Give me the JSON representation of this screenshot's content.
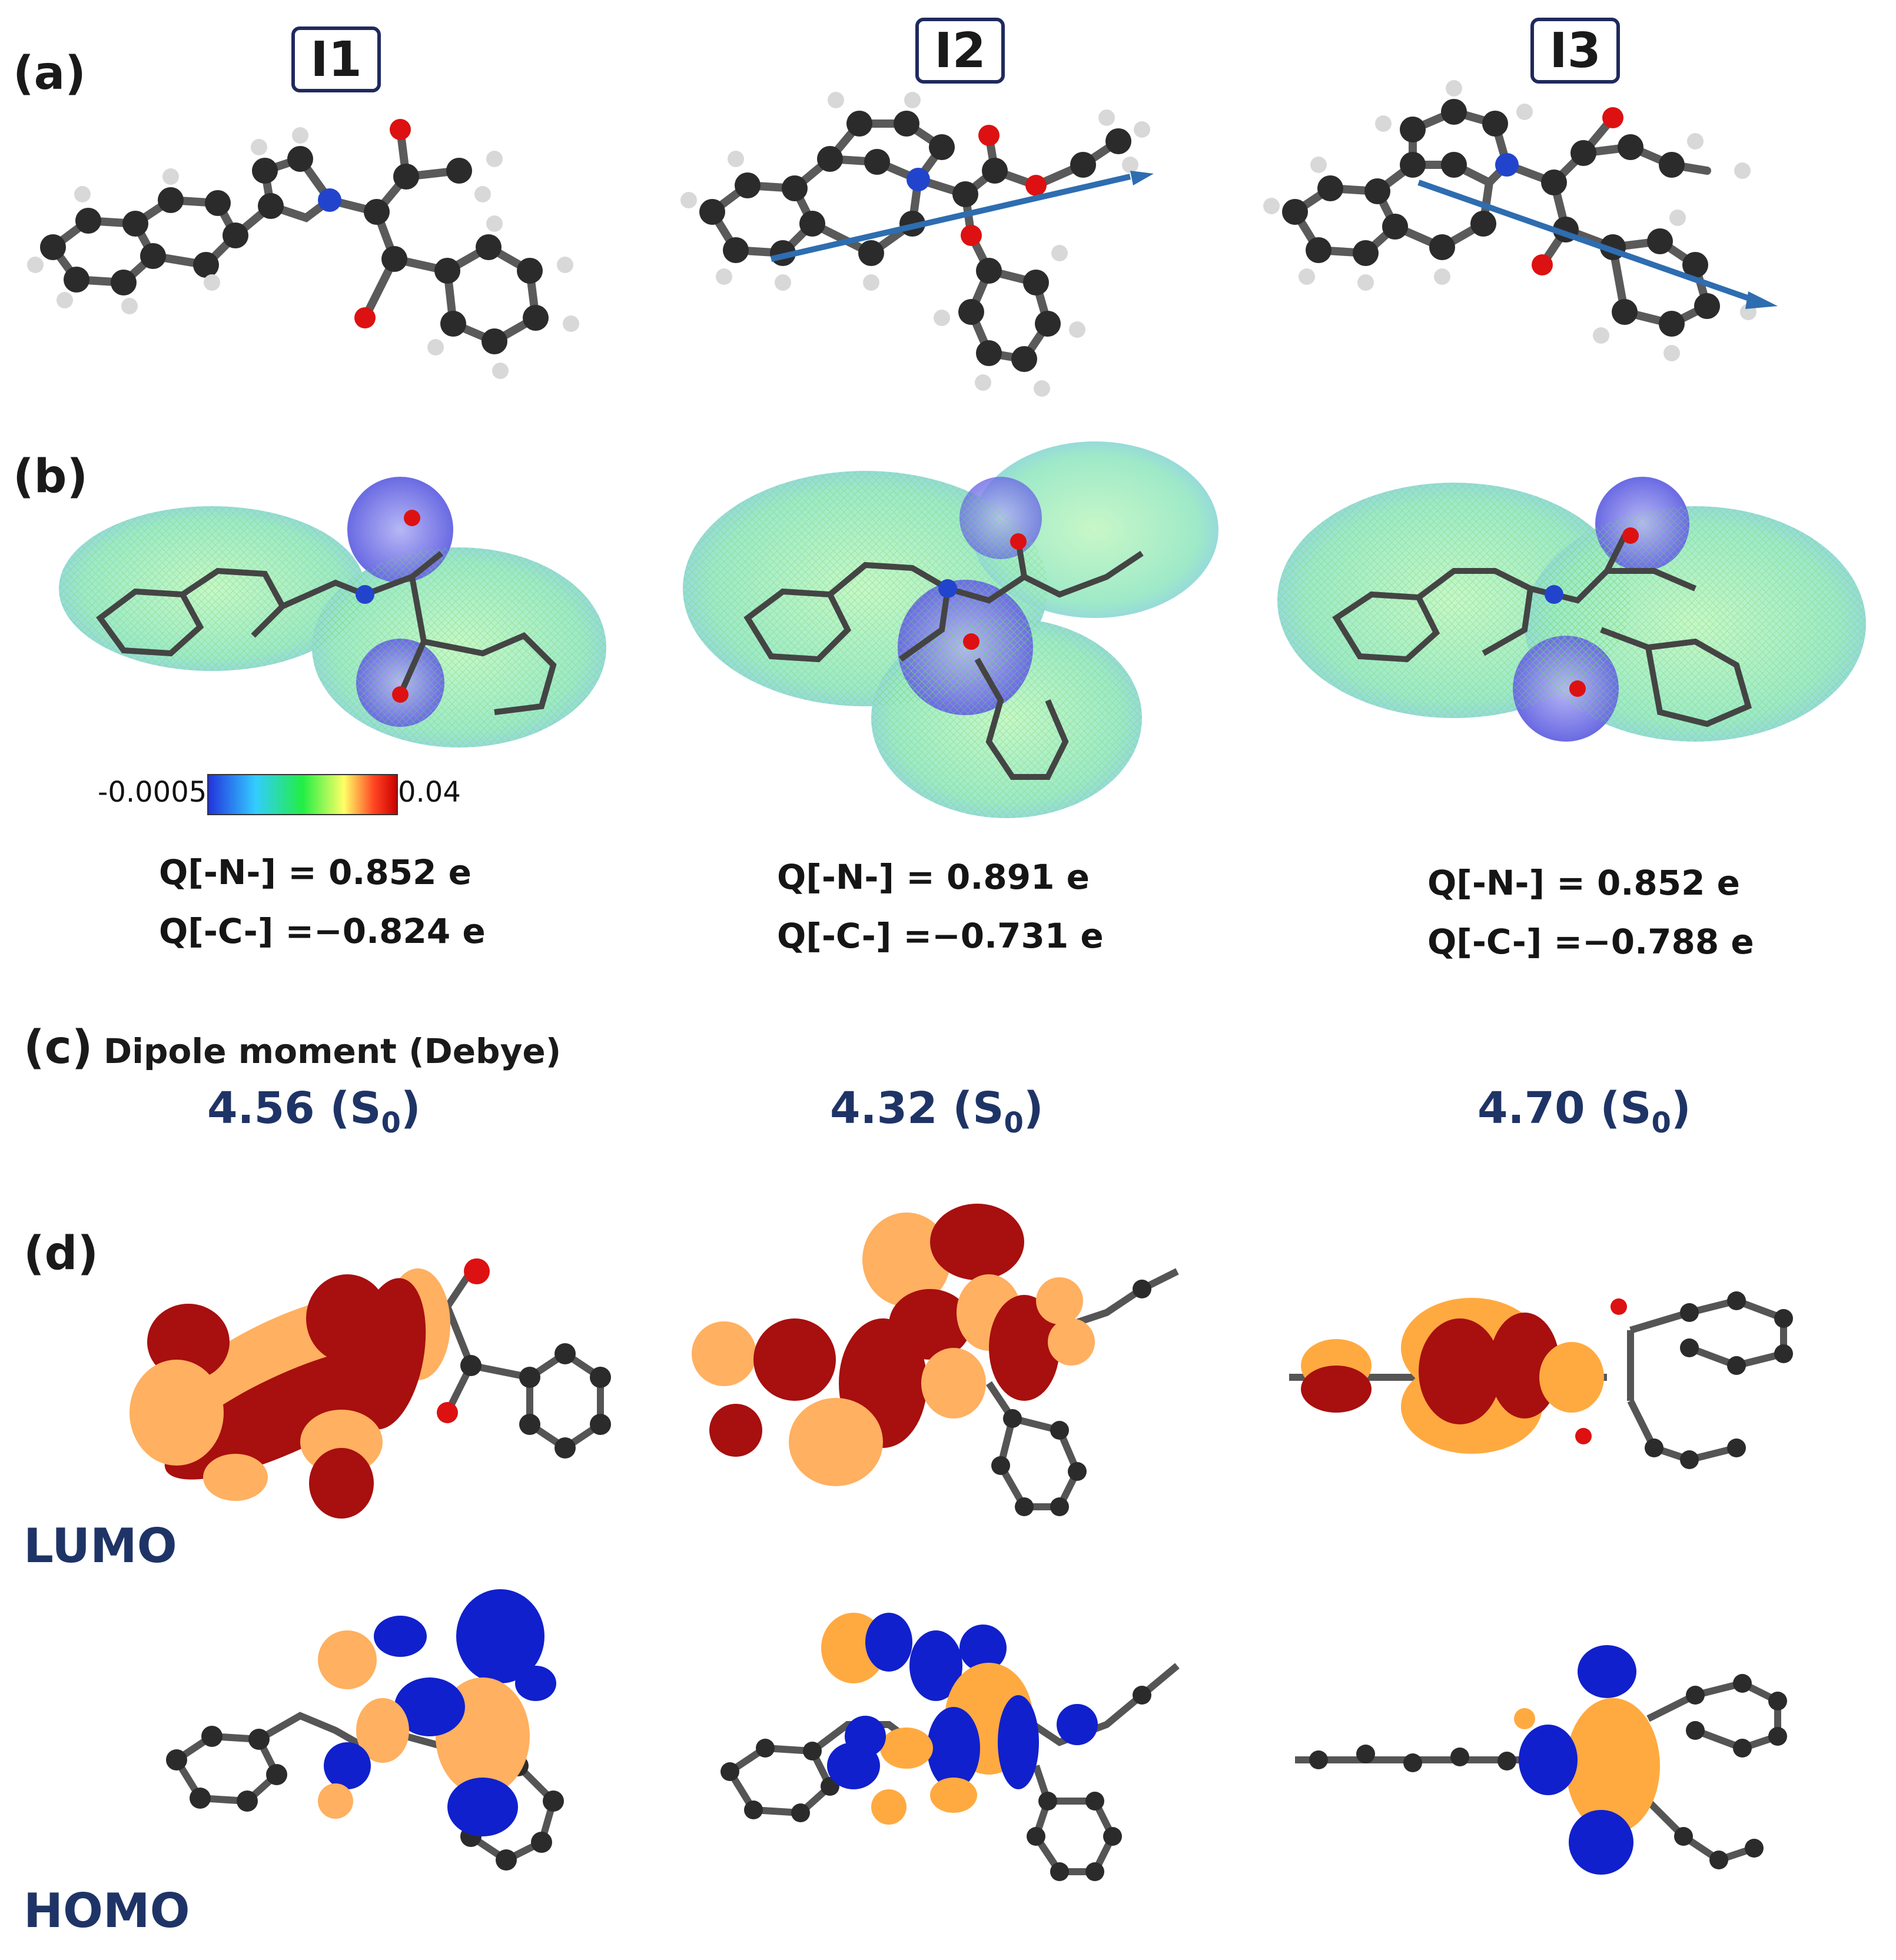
{
  "panels": {
    "a": "(a)",
    "b": "(b)",
    "c": "(c)",
    "d": "(d)"
  },
  "isomers": [
    "I1",
    "I2",
    "I3"
  ],
  "colorbar": {
    "min_label": "-0.0005",
    "max_label": "0.04",
    "colors": [
      "#2233dd",
      "#33ccff",
      "#22ee44",
      "#ffff66",
      "#ff4422",
      "#cc0000"
    ]
  },
  "charges": [
    {
      "n": "Q[-N-] = 0.852 e",
      "c": "Q[-C-] =−0.824 e"
    },
    {
      "n": "Q[-N-] = 0.891 e",
      "c": "Q[-C-] =−0.731 e"
    },
    {
      "n": "Q[-N-] = 0.852 e",
      "c": "Q[-C-] =−0.788 e"
    }
  ],
  "dipole": {
    "title": "Dipole moment (Debye)",
    "values": [
      "4.56",
      "4.32",
      "4.70"
    ],
    "state_letter": "S",
    "state_sub": "0"
  },
  "orbitals": {
    "lumo": "LUMO",
    "homo": "HOMO",
    "lumo_colors": [
      "#a80f0f",
      "#ffb060"
    ],
    "homo_colors": [
      "#1020cc",
      "#ffaa40"
    ]
  },
  "atom_colors": {
    "carbon": "#2b2b2b",
    "hydrogen": "#d8d8d8",
    "nitrogen": "#2244cc",
    "oxygen": "#dd1111",
    "arrow": "#2e6db0"
  }
}
